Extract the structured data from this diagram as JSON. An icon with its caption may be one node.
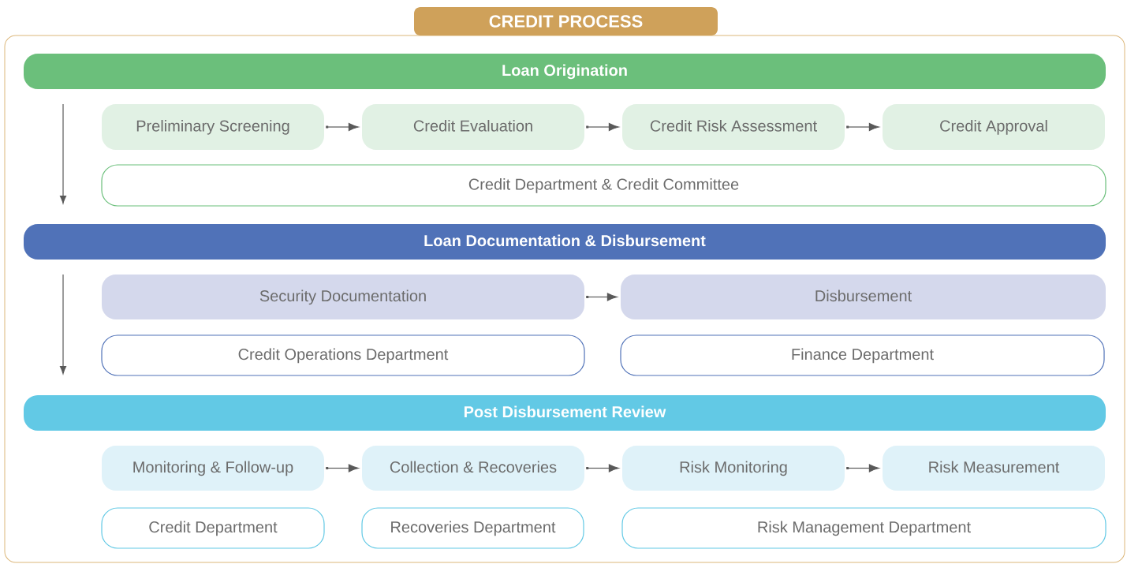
{
  "diagram": {
    "nodes": [
      {
        "text": [
          "CREDIT PROCESS"
        ]
      },
      {
        "text": [
          "Loan Origination"
        ],
        "in": 0
      },
      {
        "text": [
          "Preliminary Screening"
        ],
        "in": 0
      },
      {
        "text": [
          "Credit Evaluation"
        ],
        "in": 0
      },
      {
        "text": [
          "Credit Risk Assessment"
        ],
        "in": 0
      },
      {
        "text": [
          "Credit Approval"
        ],
        "in": 0
      },
      {
        "text": [
          "Credit Department & Credit Committee"
        ],
        "in": 0
      },
      {
        "text": [
          "Loan Documentation & Disbursement"
        ],
        "in": 0
      },
      {
        "text": [
          "Security Documentation"
        ],
        "in": 0
      },
      {
        "text": [
          "Disbursement"
        ],
        "in": 0
      },
      {
        "text": [
          "Credit Operations Department"
        ],
        "in": 0
      },
      {
        "text": [
          "Finance Department"
        ],
        "in": 0
      },
      {
        "text": [
          "Post Disbursement Review"
        ],
        "in": 0
      },
      {
        "text": [
          "Monitoring & Follow-up"
        ],
        "in": 0
      },
      {
        "text": [
          "Collection & Recoveries"
        ],
        "in": 0
      },
      {
        "text": [
          "Risk Monitoring"
        ],
        "in": 0
      },
      {
        "text": [
          "Risk Measurement"
        ],
        "in": 0
      },
      {
        "text": [
          "Credit Department"
        ],
        "in": 0
      },
      {
        "text": [
          "Recoveries Department"
        ],
        "in": 0
      },
      {
        "text": [
          "Risk Management Department"
        ],
        "in": 0
      }
    ],
    "edges": [
      {
        "from": 2,
        "to": 3,
        "arrow": "to"
      },
      {
        "from": 3,
        "to": 4,
        "arrow": "to"
      },
      {
        "from": 4,
        "to": 5,
        "arrow": "to"
      },
      {
        "from": 8,
        "to": 9,
        "arrow": "to"
      },
      {
        "from": 13,
        "to": 14,
        "arrow": "to"
      },
      {
        "from": 14,
        "to": 15,
        "arrow": "to"
      },
      {
        "from": 15,
        "to": 16,
        "arrow": "to"
      }
    ]
  }
}
